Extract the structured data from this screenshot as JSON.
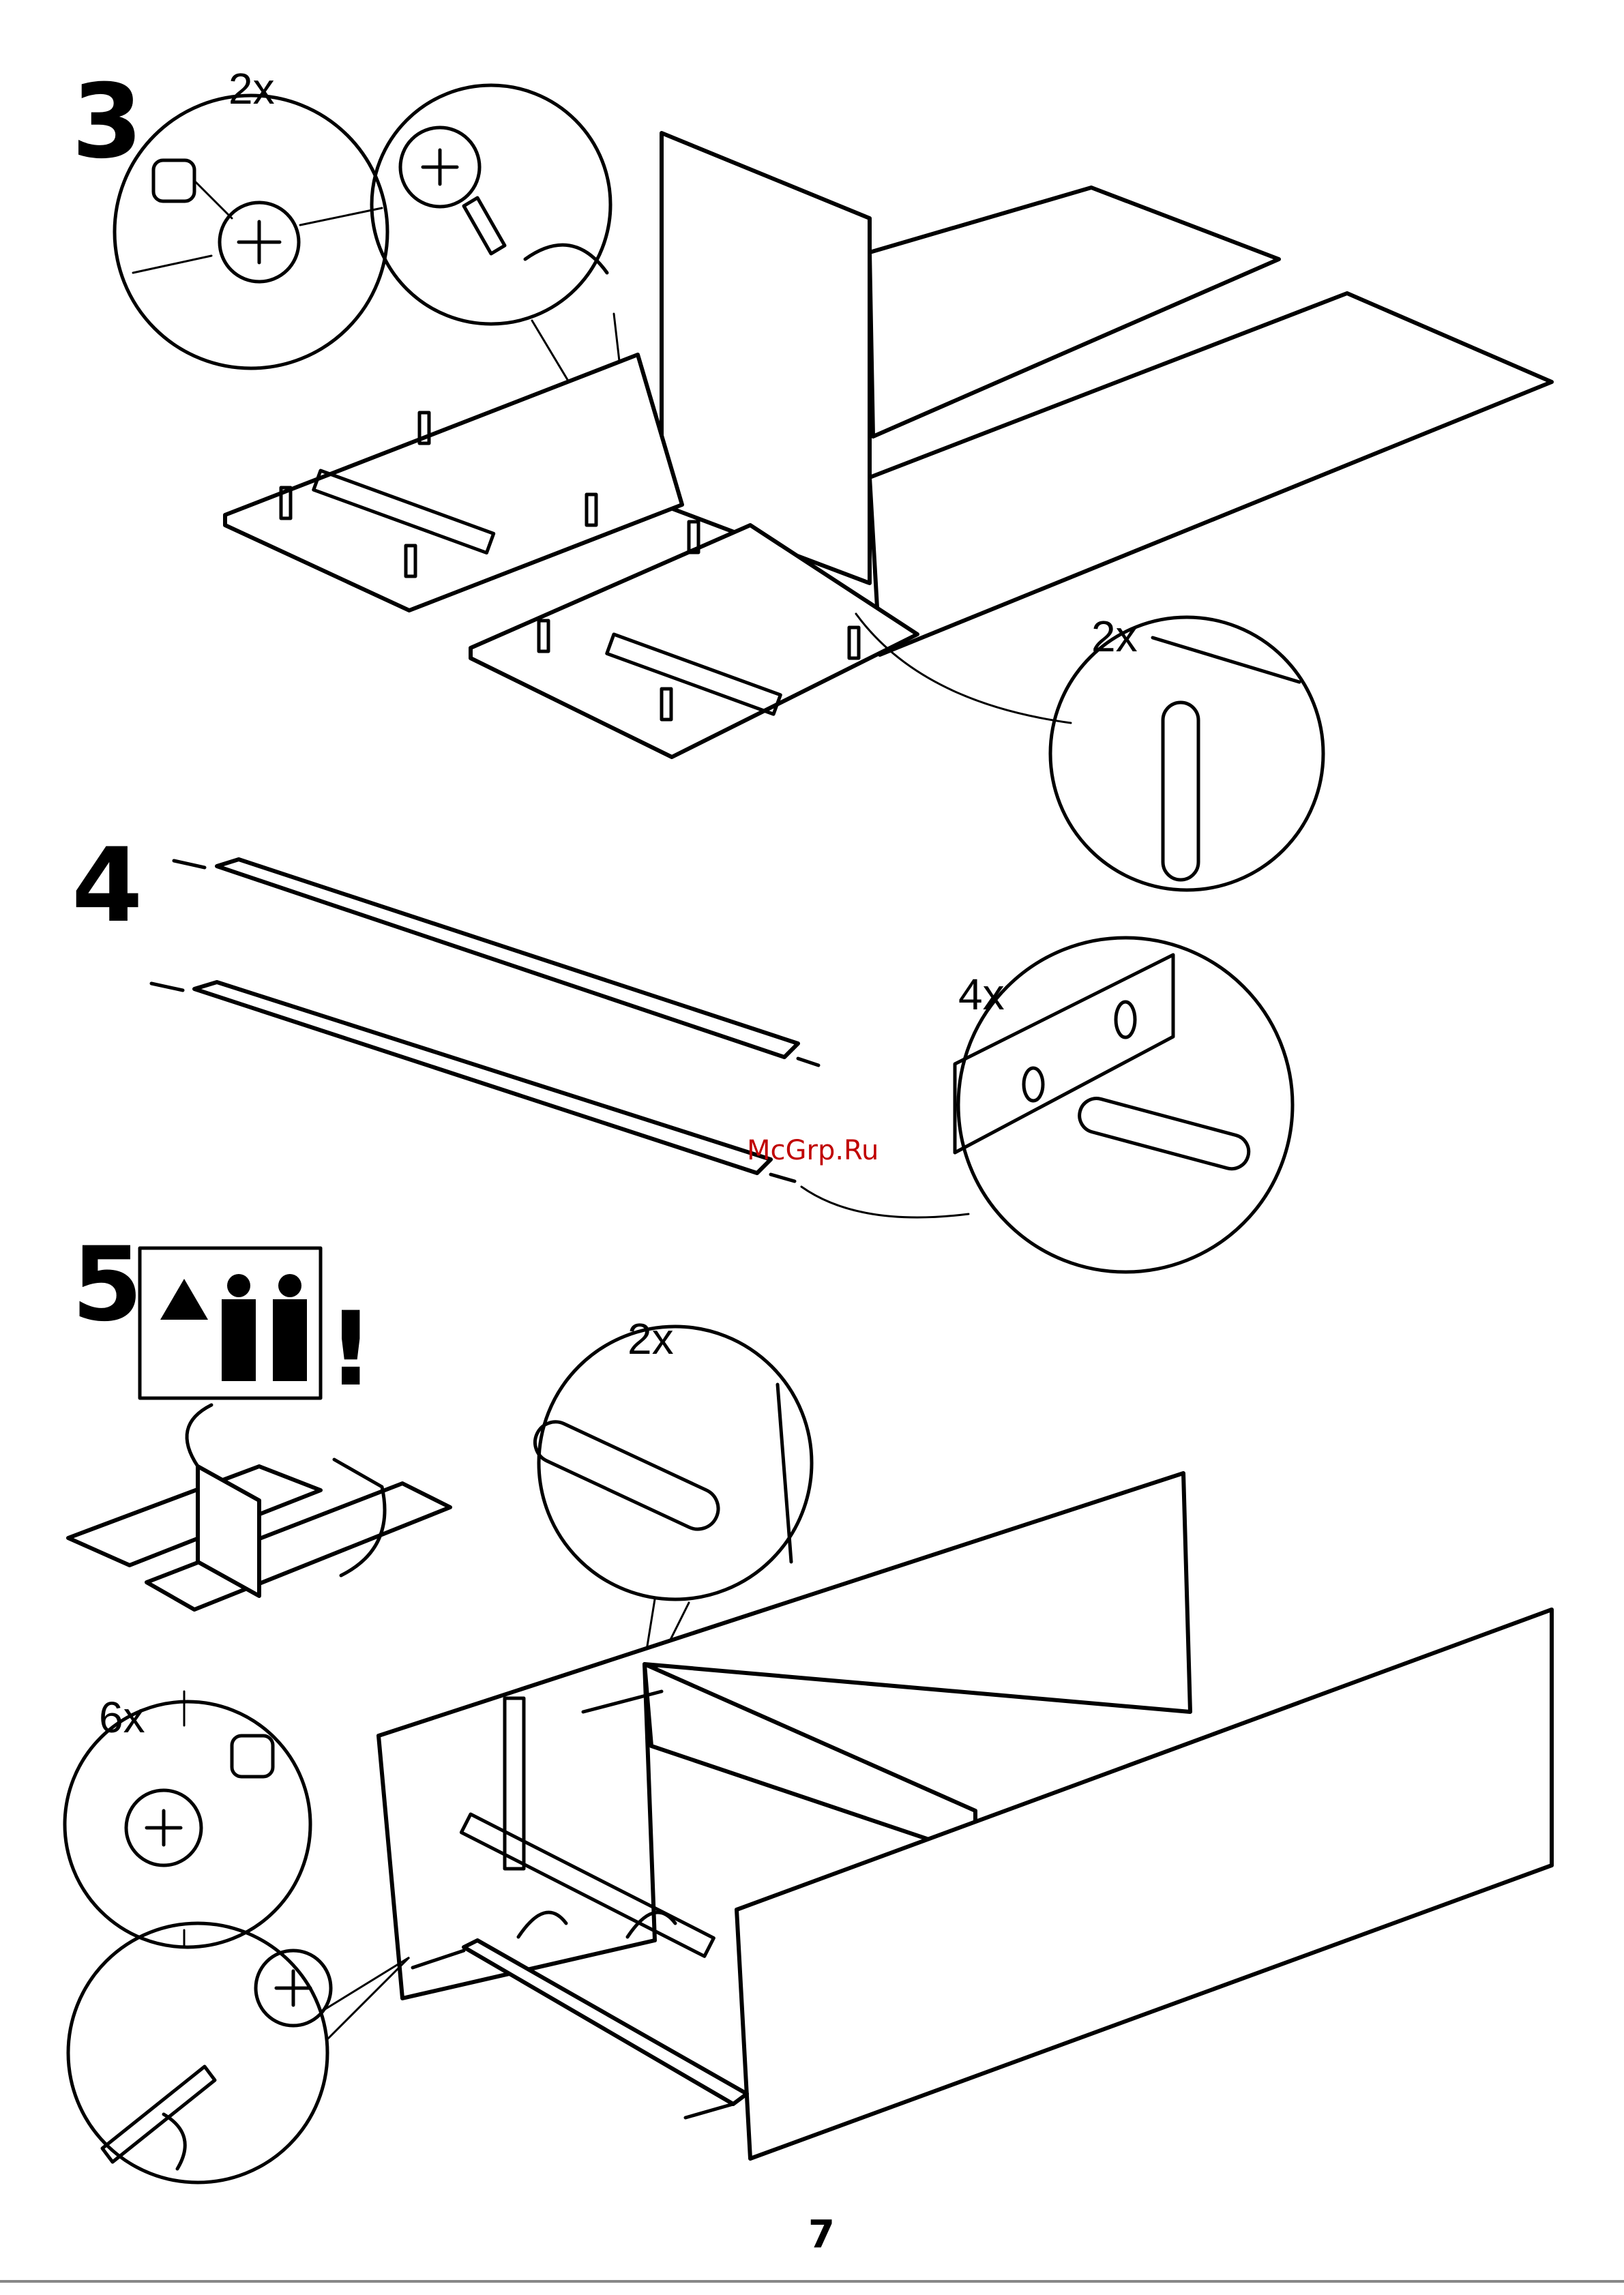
{
  "steps": [
    {
      "number": "3",
      "callouts": [
        "2x",
        "2x"
      ]
    },
    {
      "number": "4",
      "callouts": [
        "4x"
      ]
    },
    {
      "number": "5",
      "callouts": [
        "2x",
        "6x"
      ],
      "warning": "!"
    }
  ],
  "watermark": "McGrp.Ru",
  "page_number": "7",
  "accent_colors": {
    "line": "#000000",
    "paper": "#ffffff",
    "watermark": "#c00000"
  }
}
